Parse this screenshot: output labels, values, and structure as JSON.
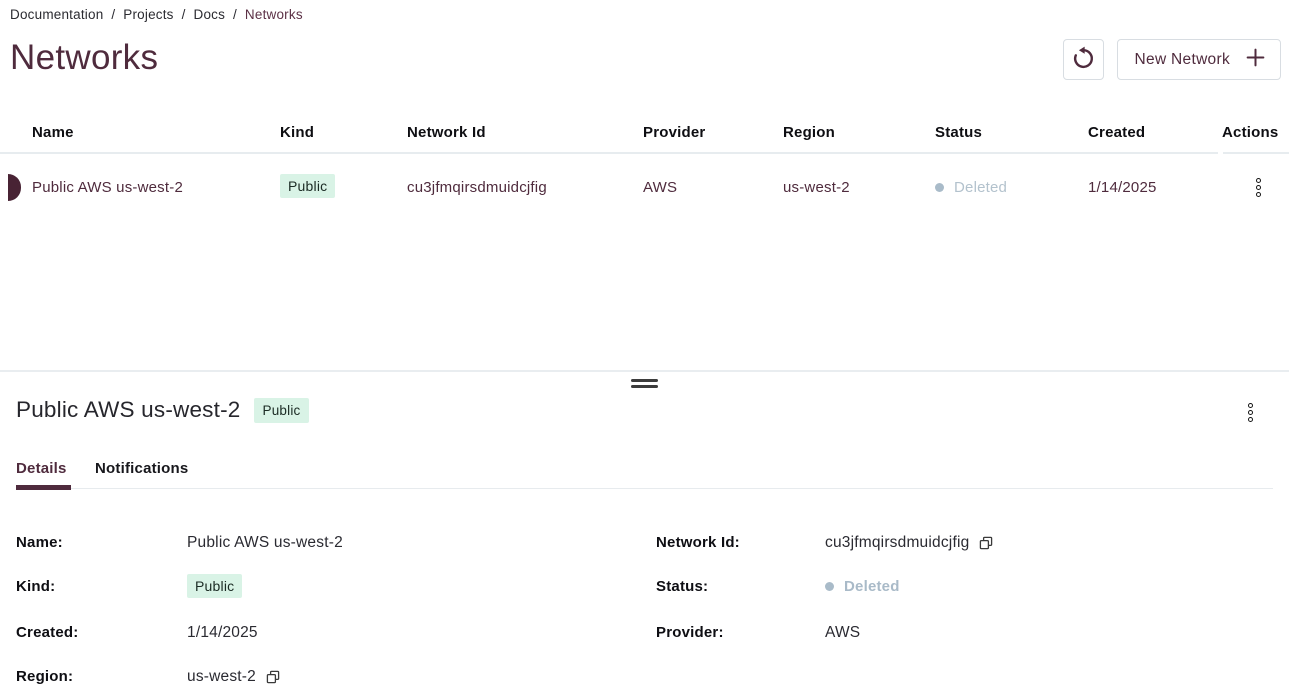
{
  "colors": {
    "accent": "#4f2b3d",
    "badge_bg": "#d9f3e6",
    "status_muted": "#b3c2cd",
    "border": "#e7ecef"
  },
  "breadcrumb": {
    "items": [
      "Documentation",
      "Projects",
      "Docs"
    ],
    "current": "Networks",
    "separator": "/"
  },
  "page": {
    "title": "Networks",
    "new_network_label": "New Network"
  },
  "table": {
    "headers": [
      "Name",
      "Kind",
      "Network Id",
      "Provider",
      "Region",
      "Status",
      "Created",
      "Actions"
    ],
    "row": {
      "name": "Public AWS us-west-2",
      "kind": "Public",
      "network_id": "cu3jfmqirsdmuidcjfig",
      "provider": "AWS",
      "region": "us-west-2",
      "status": "Deleted",
      "created": "1/14/2025"
    }
  },
  "panel": {
    "title": "Public AWS us-west-2",
    "badge": "Public",
    "tabs": {
      "details": "Details",
      "notifications": "Notifications"
    },
    "fields": {
      "name_label": "Name:",
      "name_value": "Public AWS us-west-2",
      "network_id_label": "Network Id:",
      "network_id_value": "cu3jfmqirsdmuidcjfig",
      "kind_label": "Kind:",
      "kind_value": "Public",
      "status_label": "Status:",
      "status_value": "Deleted",
      "created_label": "Created:",
      "created_value": "1/14/2025",
      "provider_label": "Provider:",
      "provider_value": "AWS",
      "region_label": "Region:",
      "region_value": "us-west-2"
    }
  }
}
